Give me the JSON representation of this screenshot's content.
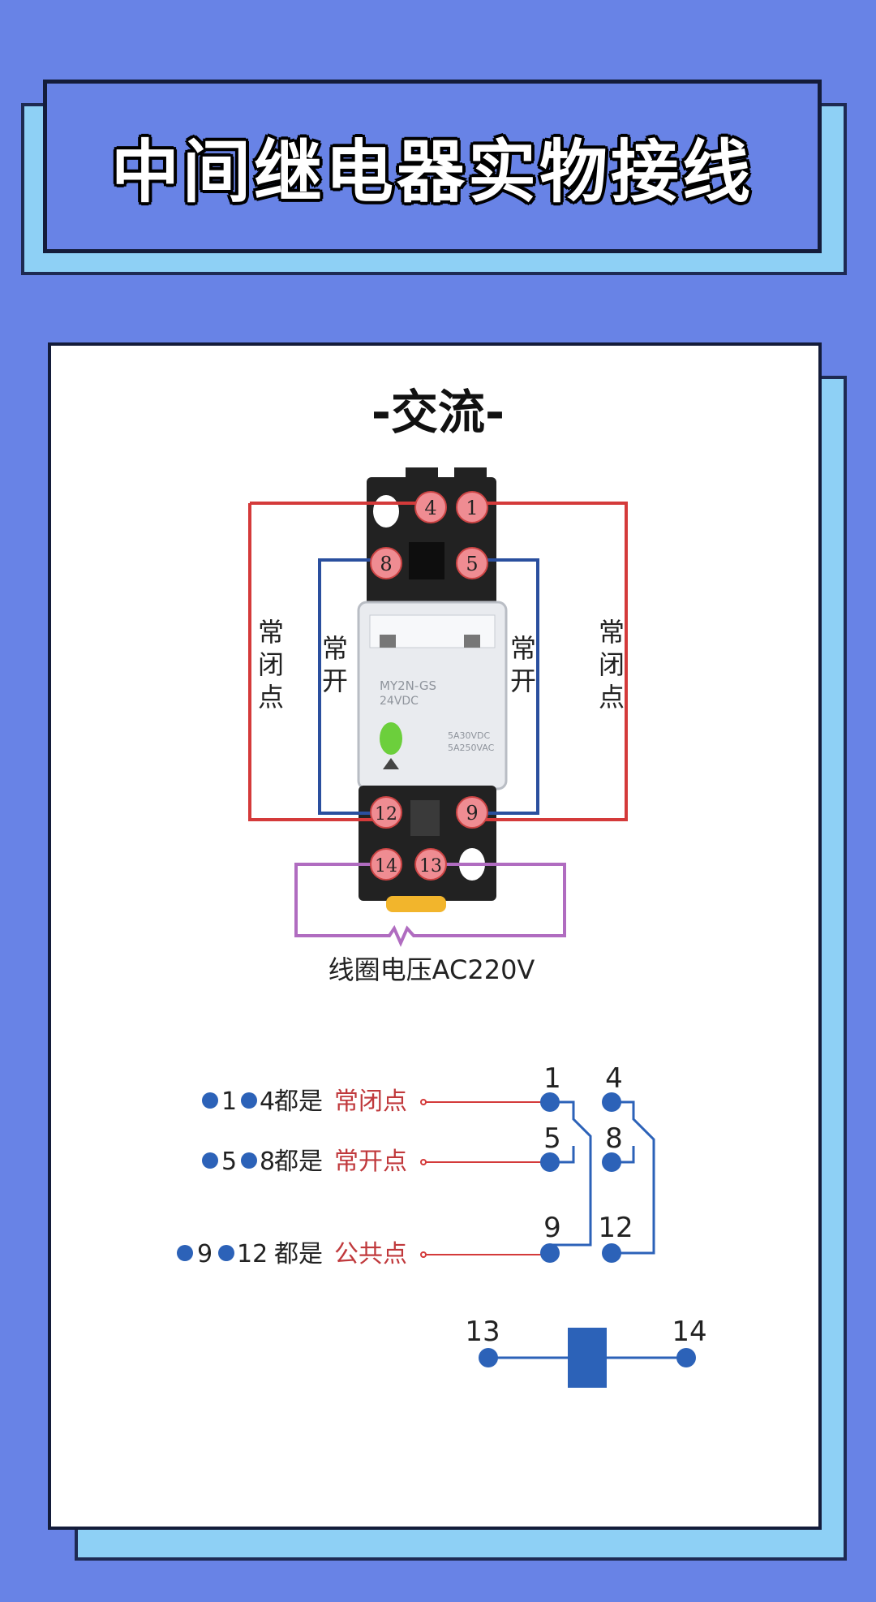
{
  "header": {
    "title": "中间继电器实物接线"
  },
  "section": {
    "title": "-交流-"
  },
  "relay": {
    "model_line1": "MY2N-GS",
    "model_line2": "24VDC",
    "rating_line1": "5A30VDC",
    "rating_line2": "5A250VAC"
  },
  "terminals": {
    "t1": "1",
    "t4": "4",
    "t5": "5",
    "t8": "8",
    "t9": "9",
    "t12": "12",
    "t13": "13",
    "t14": "14"
  },
  "wire_labels": {
    "nc_left": [
      "常",
      "闭",
      "点"
    ],
    "no_left": [
      "常",
      "开"
    ],
    "no_right": [
      "常",
      "开"
    ],
    "nc_right": [
      "常",
      "闭",
      "点"
    ],
    "coil": "线圈电压AC220V"
  },
  "legend": {
    "row1": {
      "a": "1",
      "b": "4",
      "mid": "都是",
      "kind": "常闭点"
    },
    "row2": {
      "a": "5",
      "b": "8",
      "mid": "都是",
      "kind": "常开点"
    },
    "row3": {
      "a": "9",
      "b": "12 ",
      "mid": "都是",
      "kind": "公共点"
    }
  },
  "schematic": {
    "n1": "1",
    "n4": "4",
    "n5": "5",
    "n8": "8",
    "n9": "9",
    "n12": "12",
    "n13": "13",
    "n14": "14"
  },
  "colors": {
    "background": "#6883e6",
    "accent_light": "#8ed0f5",
    "red_wire": "#d43a3a",
    "blue_wire": "#2a4f9e",
    "purple_wire": "#b06cc0",
    "dot_blue": "#2c62b8",
    "terminal_pink": "#ef8c92",
    "red_text": "#c0393c"
  }
}
